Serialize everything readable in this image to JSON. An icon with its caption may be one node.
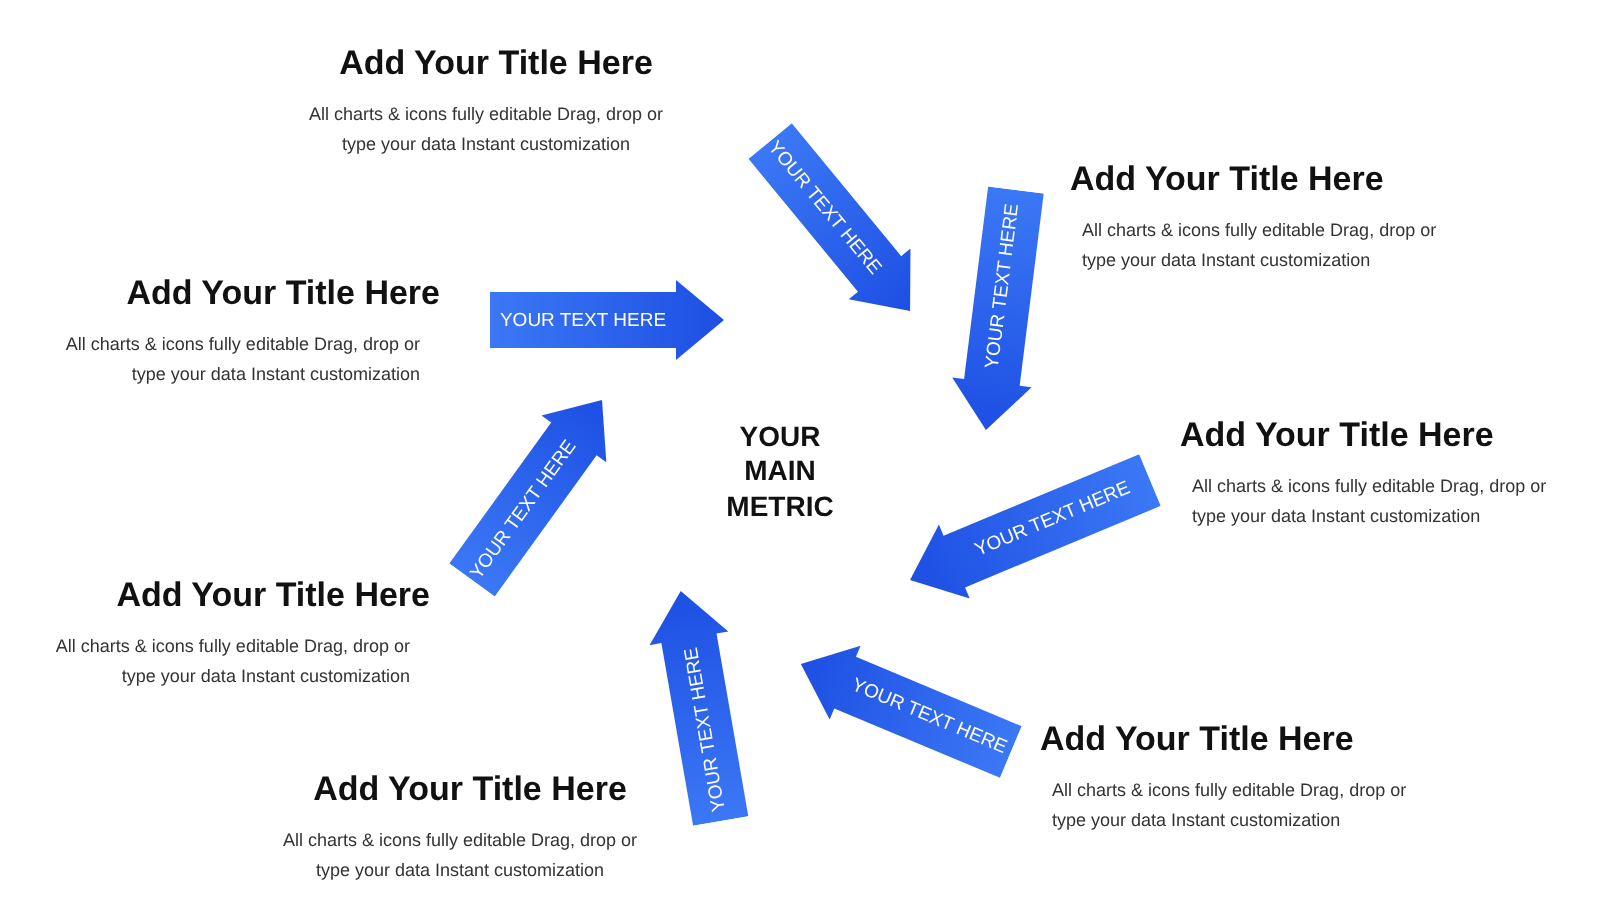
{
  "diagram": {
    "nodes": [
      {
        "text": [
          "YOUR MAIN METRIC"
        ]
      },
      {
        "text": [
          "YOUR TEXT HERE"
        ]
      },
      {
        "text": [
          "YOUR TEXT HERE"
        ]
      },
      {
        "text": [
          "YOUR TEXT HERE"
        ]
      },
      {
        "text": [
          "YOUR TEXT HERE"
        ]
      },
      {
        "text": [
          "YOUR TEXT HERE"
        ]
      },
      {
        "text": [
          "YOUR TEXT HERE"
        ]
      },
      {
        "text": [
          "YOUR TEXT HERE"
        ]
      }
    ],
    "edges": [],
    "labels": [
      "Add Your Title Here",
      "All charts & icons fully editable Drag, drop or type your data Instant customization",
      "Add Your Title Here",
      "All charts & icons fully editable Drag, drop or type your data Instant customization",
      "Add Your Title Here",
      "All charts & icons fully editable Drag, drop or type your data Instant customization",
      "Add Your Title Here",
      "All charts & icons fully editable Drag, drop or type your data Instant customization",
      "Add Your Title Here",
      "All charts & icons fully editable Drag, drop or type your data Instant customization",
      "Add Your Title Here",
      "All charts & icons fully editable Drag, drop or type your data Instant customization",
      "Add Your Title Here",
      "All charts & icons fully editable Drag, drop or type your data Instant customization"
    ]
  }
}
